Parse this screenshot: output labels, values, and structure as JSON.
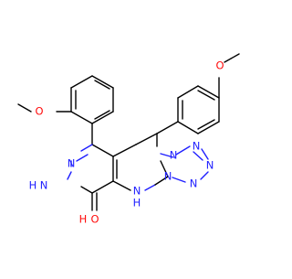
{
  "colors": {
    "nitrogen": "#1f1fff",
    "oxygen": "#ff0d0d",
    "carbon": "#000000",
    "background": "#ffffff"
  },
  "labels": {
    "o_top_left": "O",
    "o_top_right": "O",
    "n_pyridazine_top": "N",
    "nh_pyridazine": "N",
    "h_pyridazine": "H",
    "n_tetrazole_1": "N",
    "n_tetrazole_2": "N",
    "n_tetrazole_3": "N",
    "n_tetrazole_4": "N",
    "n_ring_bottom": "N",
    "nh_bottom": "N",
    "h_bottom": "H",
    "o_carbonyl": "O",
    "h_carbonyl": "H"
  }
}
